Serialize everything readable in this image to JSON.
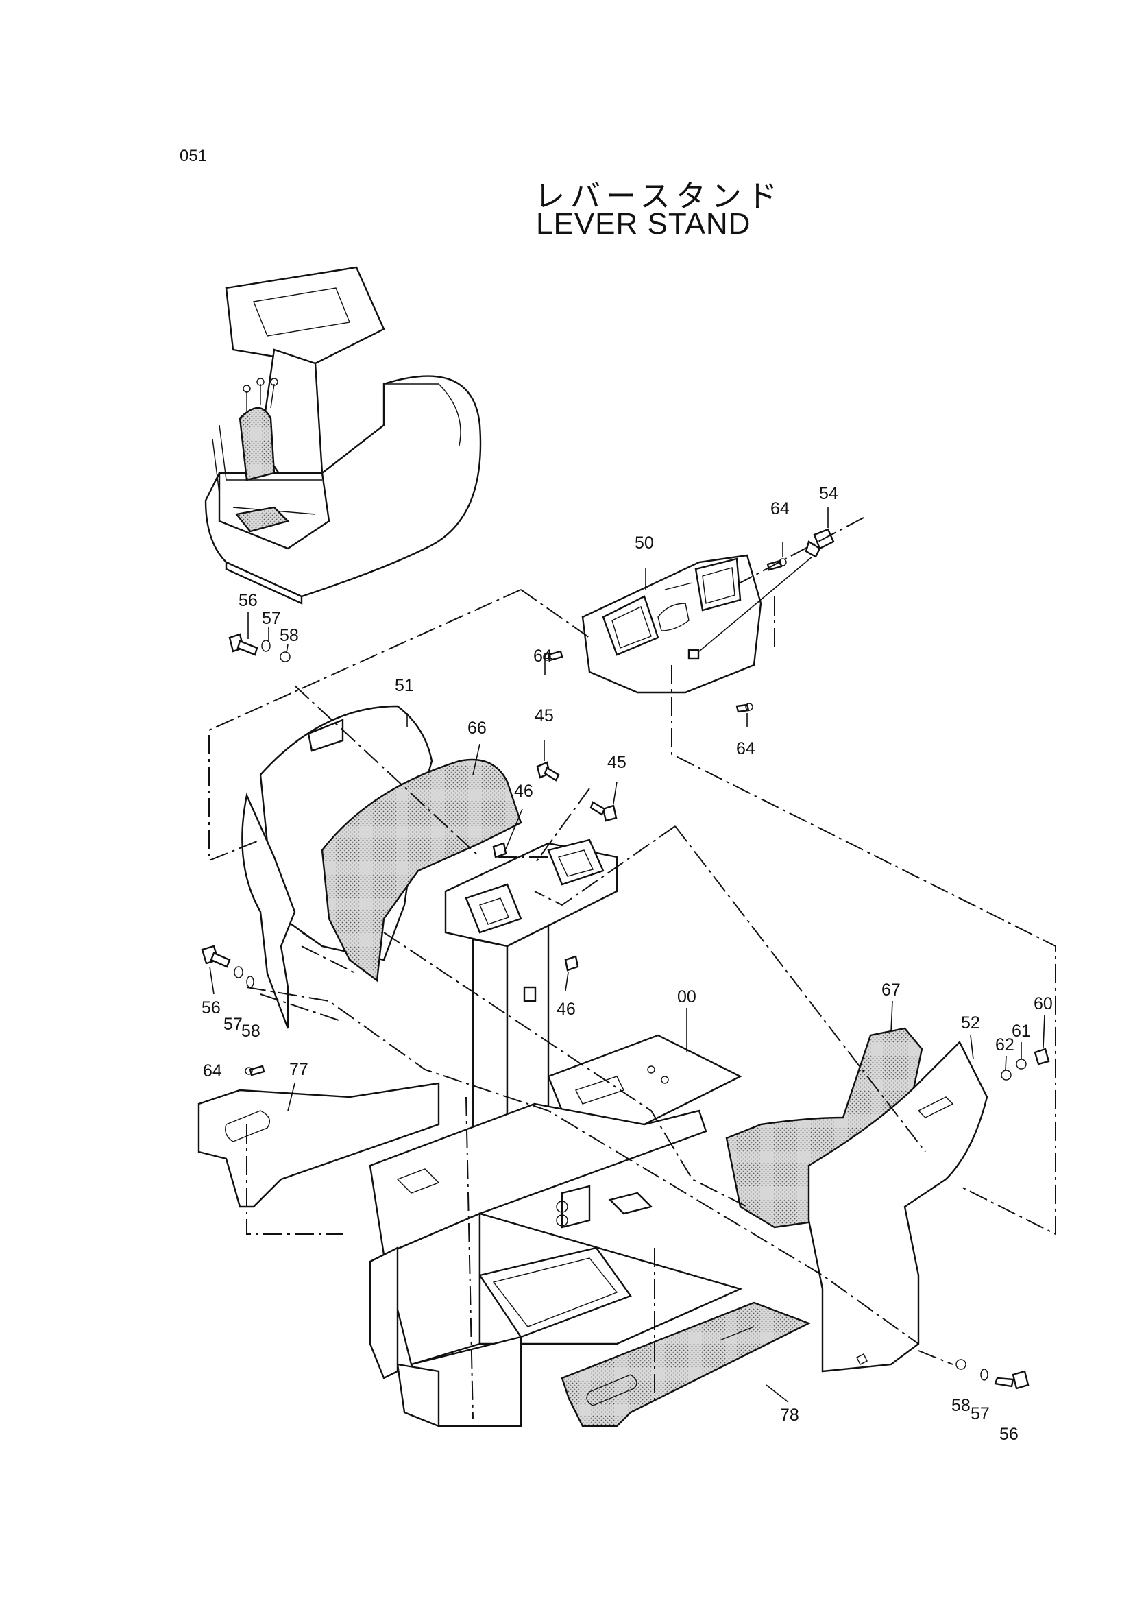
{
  "page": {
    "number": "051"
  },
  "title": {
    "jp": "レバースタンド",
    "en": "LEVER STAND"
  },
  "callouts": [
    {
      "id": "c54",
      "label": "54"
    },
    {
      "id": "c64a",
      "label": "64"
    },
    {
      "id": "c50",
      "label": "50"
    },
    {
      "id": "c56a",
      "label": "56"
    },
    {
      "id": "c57a",
      "label": "57"
    },
    {
      "id": "c58a",
      "label": "58"
    },
    {
      "id": "c64b",
      "label": "64"
    },
    {
      "id": "c51",
      "label": "51"
    },
    {
      "id": "c45a",
      "label": "45"
    },
    {
      "id": "c64c",
      "label": "64"
    },
    {
      "id": "c66",
      "label": "66"
    },
    {
      "id": "c45b",
      "label": "45"
    },
    {
      "id": "c46a",
      "label": "46"
    },
    {
      "id": "c56b",
      "label": "56"
    },
    {
      "id": "c57b",
      "label": "57"
    },
    {
      "id": "c58b",
      "label": "58"
    },
    {
      "id": "c46b",
      "label": "46"
    },
    {
      "id": "c00",
      "label": "00"
    },
    {
      "id": "c67",
      "label": "67"
    },
    {
      "id": "c52",
      "label": "52"
    },
    {
      "id": "c61",
      "label": "61"
    },
    {
      "id": "c60",
      "label": "60"
    },
    {
      "id": "c62",
      "label": "62"
    },
    {
      "id": "c64d",
      "label": "64"
    },
    {
      "id": "c77",
      "label": "77"
    },
    {
      "id": "c78",
      "label": "78"
    },
    {
      "id": "c58c",
      "label": "58"
    },
    {
      "id": "c57c",
      "label": "57"
    },
    {
      "id": "c56c",
      "label": "56"
    }
  ]
}
